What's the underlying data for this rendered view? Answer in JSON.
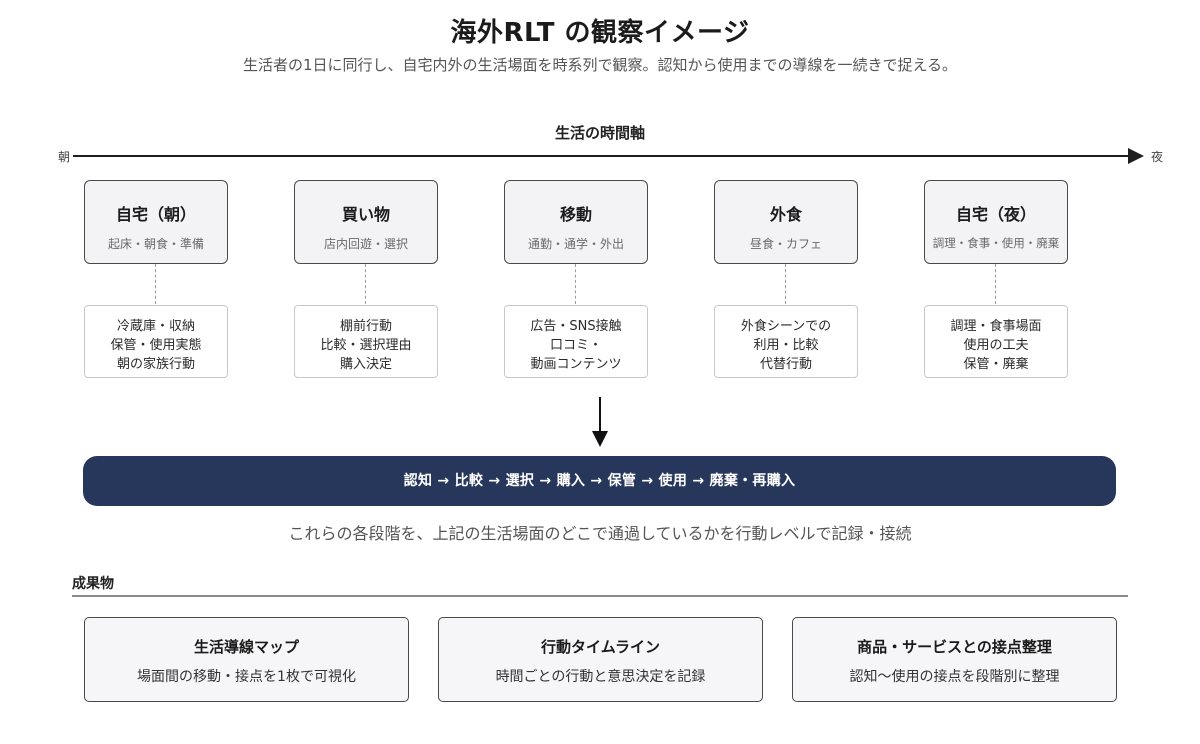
{
  "header": {
    "title": "海外RLT の観察イメージ",
    "subtitle": "生活者の1日に同行し、自宅内外の生活場面を時系列で観察。認知から使用までの導線を一続きで捉える。"
  },
  "timeline": {
    "label": "生活の時間軸",
    "start": "朝",
    "end": "夜"
  },
  "scenes": [
    {
      "title": "自宅（朝）",
      "sub": "起床・朝食・準備",
      "details": [
        "冷蔵庫・収納",
        "保管・使用実態",
        "朝の家族行動"
      ]
    },
    {
      "title": "買い物",
      "sub": "店内回遊・選択",
      "details": [
        "棚前行動",
        "比較・選択理由",
        "購入決定"
      ]
    },
    {
      "title": "移動",
      "sub": "通勤・通学・外出",
      "details": [
        "広告・SNS接触",
        "口コミ・",
        "動画コンテンツ"
      ]
    },
    {
      "title": "外食",
      "sub": "昼食・カフェ",
      "details": [
        "外食シーンでの",
        "利用・比較",
        "代替行動"
      ]
    },
    {
      "title": "自宅（夜）",
      "sub": "調理・食事・使用・廃棄",
      "details": [
        "調理・食事場面",
        "使用の工夫",
        "保管・廃棄"
      ]
    }
  ],
  "process": {
    "flow": "認知 → 比較 → 選択 → 購入 → 保管 → 使用 → 廃棄・再購入",
    "caption": "これらの各段階を、上記の生活場面のどこで通過しているかを行動レベルで記録・接続"
  },
  "deliverables": {
    "heading": "成果物",
    "items": [
      {
        "title": "生活導線マップ",
        "sub": "場面間の移動・接点を1枚で可視化"
      },
      {
        "title": "行動タイムライン",
        "sub": "時間ごとの行動と意思決定を記録"
      },
      {
        "title": "商品・サービスとの接点整理",
        "sub": "認知〜使用の接点を段階別に整理"
      }
    ]
  },
  "colors": {
    "process_bar": "#27375c",
    "scene_card_fill": "#f3f3f6",
    "axis": "#1e1e1e"
  }
}
